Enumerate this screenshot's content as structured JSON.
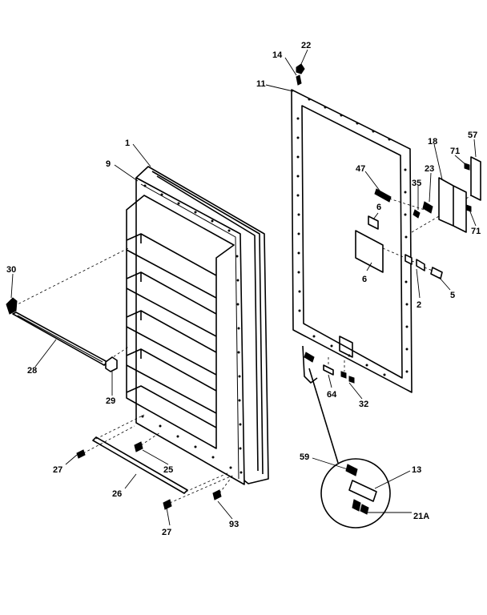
{
  "callouts": {
    "c1": "1",
    "c9": "9",
    "c30": "30",
    "c28": "28",
    "c29": "29",
    "c27a": "27",
    "c27b": "27",
    "c25": "25",
    "c26": "26",
    "c93": "93",
    "c22": "22",
    "c14": "14",
    "c11": "11",
    "c47": "47",
    "c6a": "6",
    "c6b": "6",
    "c35": "35",
    "c23": "23",
    "c18": "18",
    "c71a": "71",
    "c71b": "71",
    "c57": "57",
    "c2": "2",
    "c5": "5",
    "c64": "64",
    "c32": "32",
    "c59": "59",
    "c13": "13",
    "c21a": "21A"
  }
}
